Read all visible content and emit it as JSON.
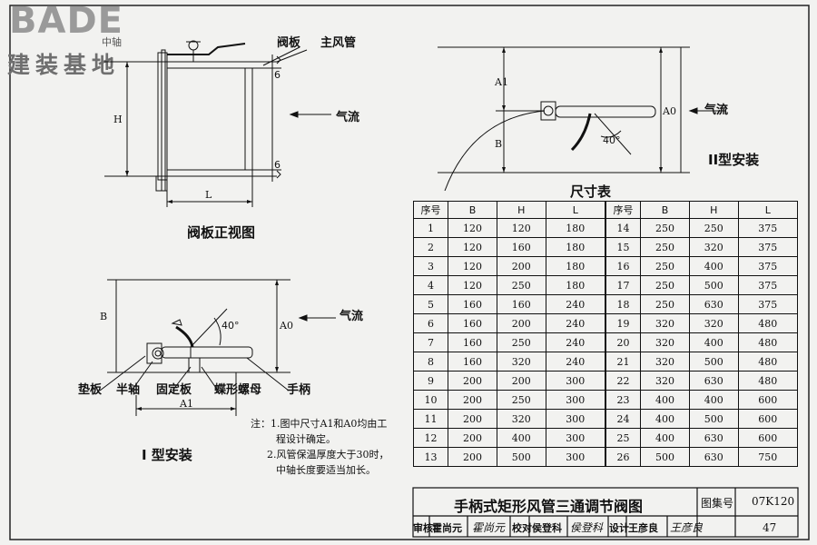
{
  "logo": {
    "brand": "BADE",
    "sub": "建装基地",
    "small": "中轴"
  },
  "front_view": {
    "title": "阀板正视图",
    "label_valve": "阀板",
    "label_duct": "主风管",
    "label_h": "H",
    "label_l": "L",
    "label_6_top": "6",
    "label_6_bottom": "6",
    "label_airflow": "气流"
  },
  "type1": {
    "title": "I 型安装",
    "label_b": "B",
    "label_a0": "A0",
    "label_a1": "A1",
    "label_angle": "40°",
    "label_airflow": "气流",
    "parts": [
      "垫板",
      "半轴",
      "固定板",
      "蝶形螺母",
      "手柄"
    ]
  },
  "type2": {
    "title": "II型安装",
    "label_a1": "A1",
    "label_b": "B",
    "label_a0": "A0",
    "label_angle": "40°",
    "label_airflow": "气流"
  },
  "notes": {
    "prefix": "注：",
    "lines": [
      "1.图中尺寸A1和A0均由工",
      "程设计确定。",
      "2.风管保温厚度大于30时，",
      "中轴长度要适当加长。"
    ]
  },
  "dim_table": {
    "title": "尺寸表",
    "headers": [
      "序号",
      "B",
      "H",
      "L",
      "序号",
      "B",
      "H",
      "L"
    ],
    "rows": [
      [
        "1",
        "120",
        "120",
        "180",
        "14",
        "250",
        "250",
        "375"
      ],
      [
        "2",
        "120",
        "160",
        "180",
        "15",
        "250",
        "320",
        "375"
      ],
      [
        "3",
        "120",
        "200",
        "180",
        "16",
        "250",
        "400",
        "375"
      ],
      [
        "4",
        "120",
        "250",
        "180",
        "17",
        "250",
        "500",
        "375"
      ],
      [
        "5",
        "160",
        "160",
        "240",
        "18",
        "250",
        "630",
        "375"
      ],
      [
        "6",
        "160",
        "200",
        "240",
        "19",
        "320",
        "320",
        "480"
      ],
      [
        "7",
        "160",
        "250",
        "240",
        "20",
        "320",
        "400",
        "480"
      ],
      [
        "8",
        "160",
        "320",
        "240",
        "21",
        "320",
        "500",
        "480"
      ],
      [
        "9",
        "200",
        "200",
        "300",
        "22",
        "320",
        "630",
        "480"
      ],
      [
        "10",
        "200",
        "250",
        "300",
        "23",
        "400",
        "400",
        "600"
      ],
      [
        "11",
        "200",
        "320",
        "300",
        "24",
        "400",
        "500",
        "600"
      ],
      [
        "12",
        "200",
        "400",
        "300",
        "25",
        "400",
        "630",
        "600"
      ],
      [
        "13",
        "200",
        "500",
        "300",
        "26",
        "500",
        "630",
        "750"
      ]
    ]
  },
  "title_block": {
    "title": "手柄式矩形风管三通调节阀图",
    "atlas_label": "图集号",
    "atlas_no": "07K120",
    "page": "47",
    "review_label": "审核",
    "reviewer": "霍尚元",
    "check_label": "校对",
    "checker": "侯登科",
    "design_label": "设计",
    "designer": "王彦良",
    "reviewer_sig": "霍尚元",
    "checker_sig": "侯登科",
    "designer_sig": "王彦良"
  }
}
